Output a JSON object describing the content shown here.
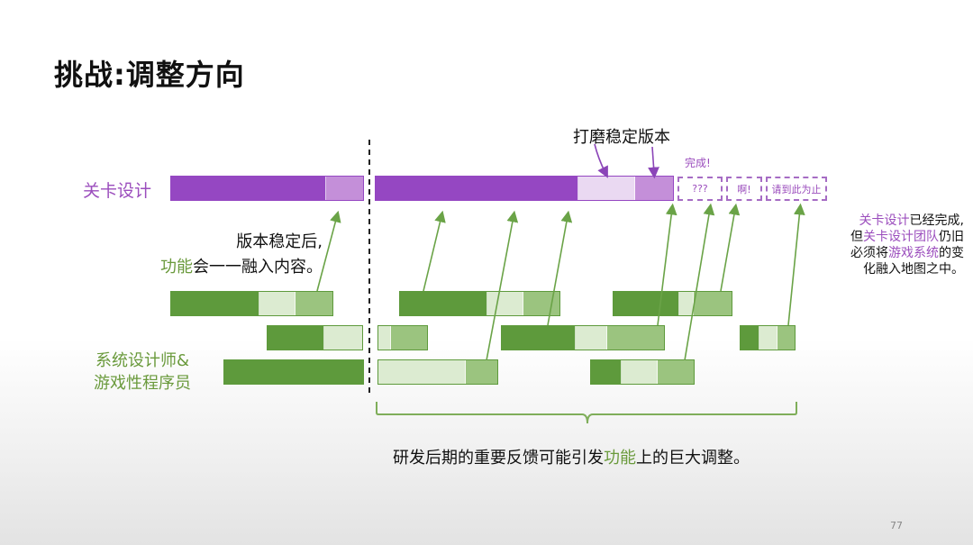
{
  "slide": {
    "title": "挑战:调整方向",
    "page_number": "77"
  },
  "labels": {
    "level_design": "关卡设计",
    "sys_designer_line1": "系统设计师&",
    "sys_designer_line2": "游戏性程序员"
  },
  "notes": {
    "stable_line1": "版本稳定后,",
    "stable_line2_a": "功能",
    "stable_line2_b": "会一一融入内容。",
    "polish": "打磨稳定版本",
    "done": "完成!",
    "box_q": "???",
    "box_ah": "啊!",
    "box_stop": "请到此为止",
    "right_l1_a": "关卡设计",
    "right_l1_b": "已经完成,",
    "right_l2_a": "但",
    "right_l2_b": "关卡设计团队",
    "right_l2_c": "仍旧",
    "right_l3_a": "必须将",
    "right_l3_b": "游戏系统",
    "right_l3_c": "的变",
    "right_l4": "化融入地图之中。",
    "bottom_a": "研发后期的重要反馈可能引发",
    "bottom_b": "功能",
    "bottom_c": "上的巨大调整。"
  },
  "colors": {
    "purple": "#9547c2",
    "green": "#5e9a3c"
  }
}
